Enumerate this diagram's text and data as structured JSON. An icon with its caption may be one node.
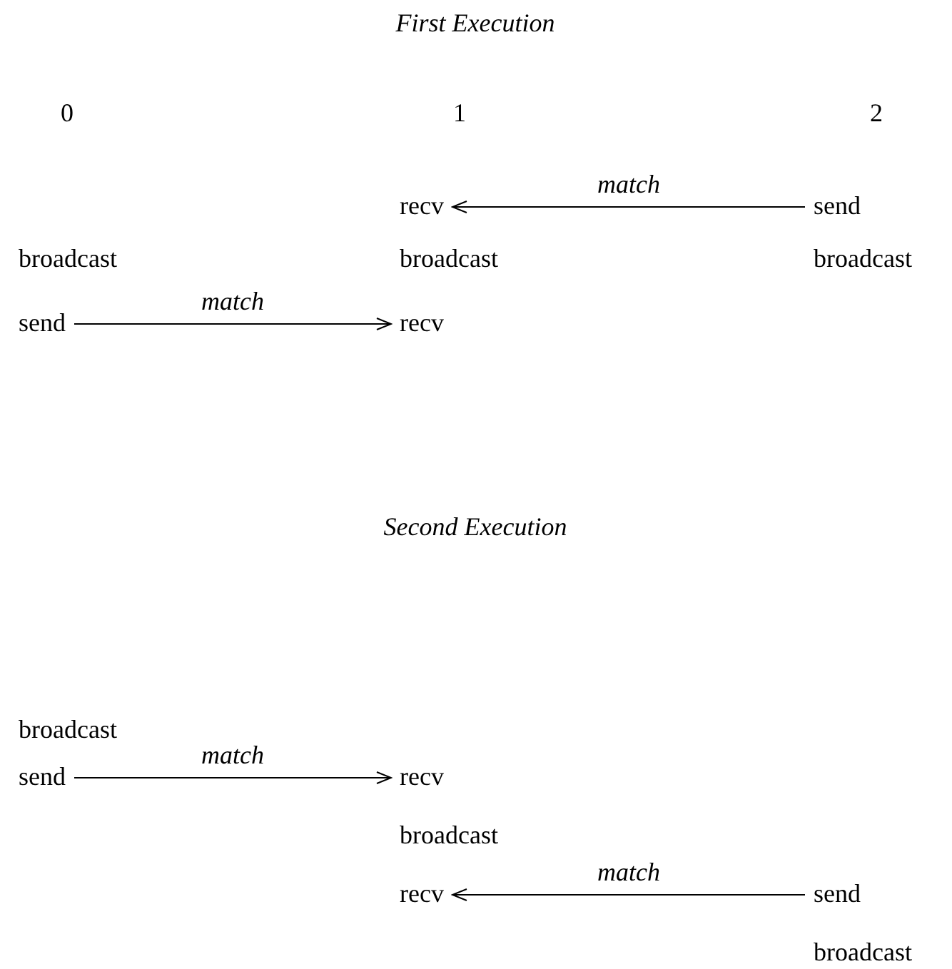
{
  "diagram": {
    "nodes": [
      {
        "text": [
          "recv"
        ]
      },
      {
        "text": [
          "send"
        ]
      },
      {
        "text": [
          "send"
        ]
      },
      {
        "text": [
          "recv"
        ]
      },
      {
        "text": [
          "send"
        ]
      },
      {
        "text": [
          "recv"
        ]
      },
      {
        "text": [
          "recv"
        ]
      },
      {
        "text": [
          "send"
        ]
      }
    ],
    "edges": [
      {
        "from": 1,
        "to": 0,
        "arrow": "to",
        "label": "match"
      },
      {
        "from": 2,
        "to": 3,
        "arrow": "to",
        "label": "match"
      },
      {
        "from": 4,
        "to": 5,
        "arrow": "to",
        "label": "match"
      },
      {
        "from": 7,
        "to": 6,
        "arrow": "to",
        "label": "match"
      }
    ],
    "labels": [
      "First Execution",
      "0",
      "1",
      "2",
      "broadcast",
      "broadcast",
      "broadcast",
      "Second Execution",
      "broadcast",
      "broadcast",
      "broadcast"
    ]
  }
}
